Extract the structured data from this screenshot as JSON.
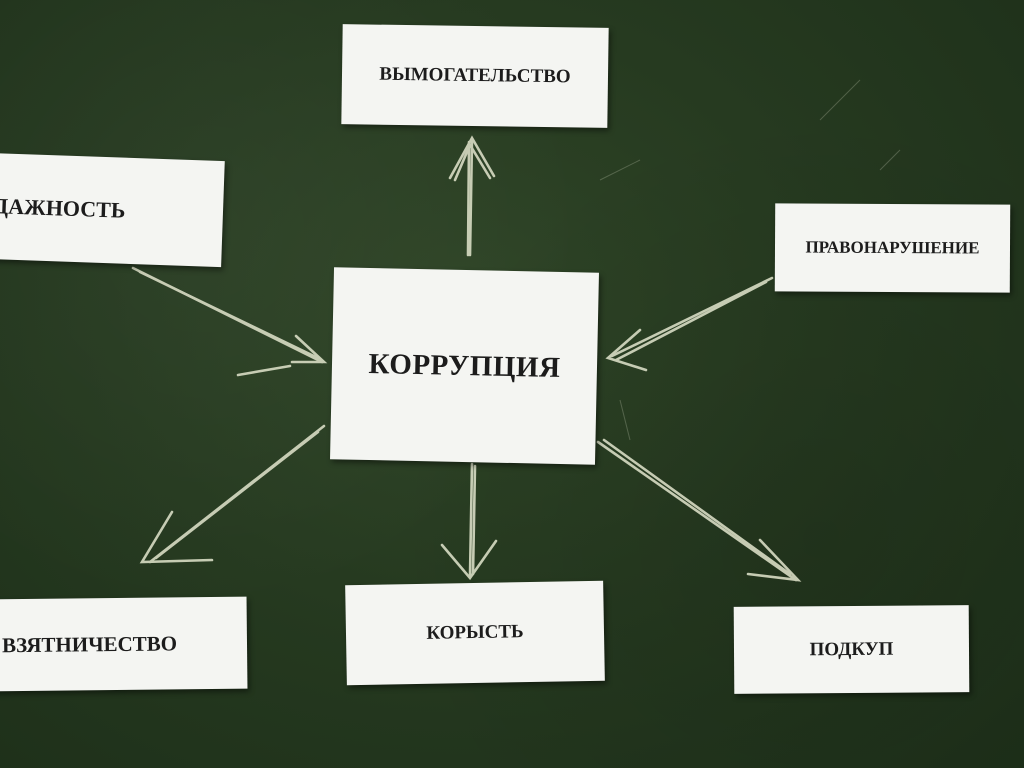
{
  "center_card": {
    "text": "КОРРУПЦИЯ"
  },
  "cards": {
    "top": "ВЫМОГАТЕЛЬСТВО",
    "left": "ОДАЖНОСТЬ",
    "right": "ПРАВОНАРУШЕНИЕ",
    "bottom_left": "ВЗЯТНИЧЕСТВО",
    "bottom": "КОРЫСТЬ",
    "bottom_right": "ПОДКУП"
  },
  "colors": {
    "chalkboard": "#263a20",
    "paper": "#f4f5f2",
    "chalk": "#d8dcc4",
    "ink": "#1c1c1c"
  }
}
